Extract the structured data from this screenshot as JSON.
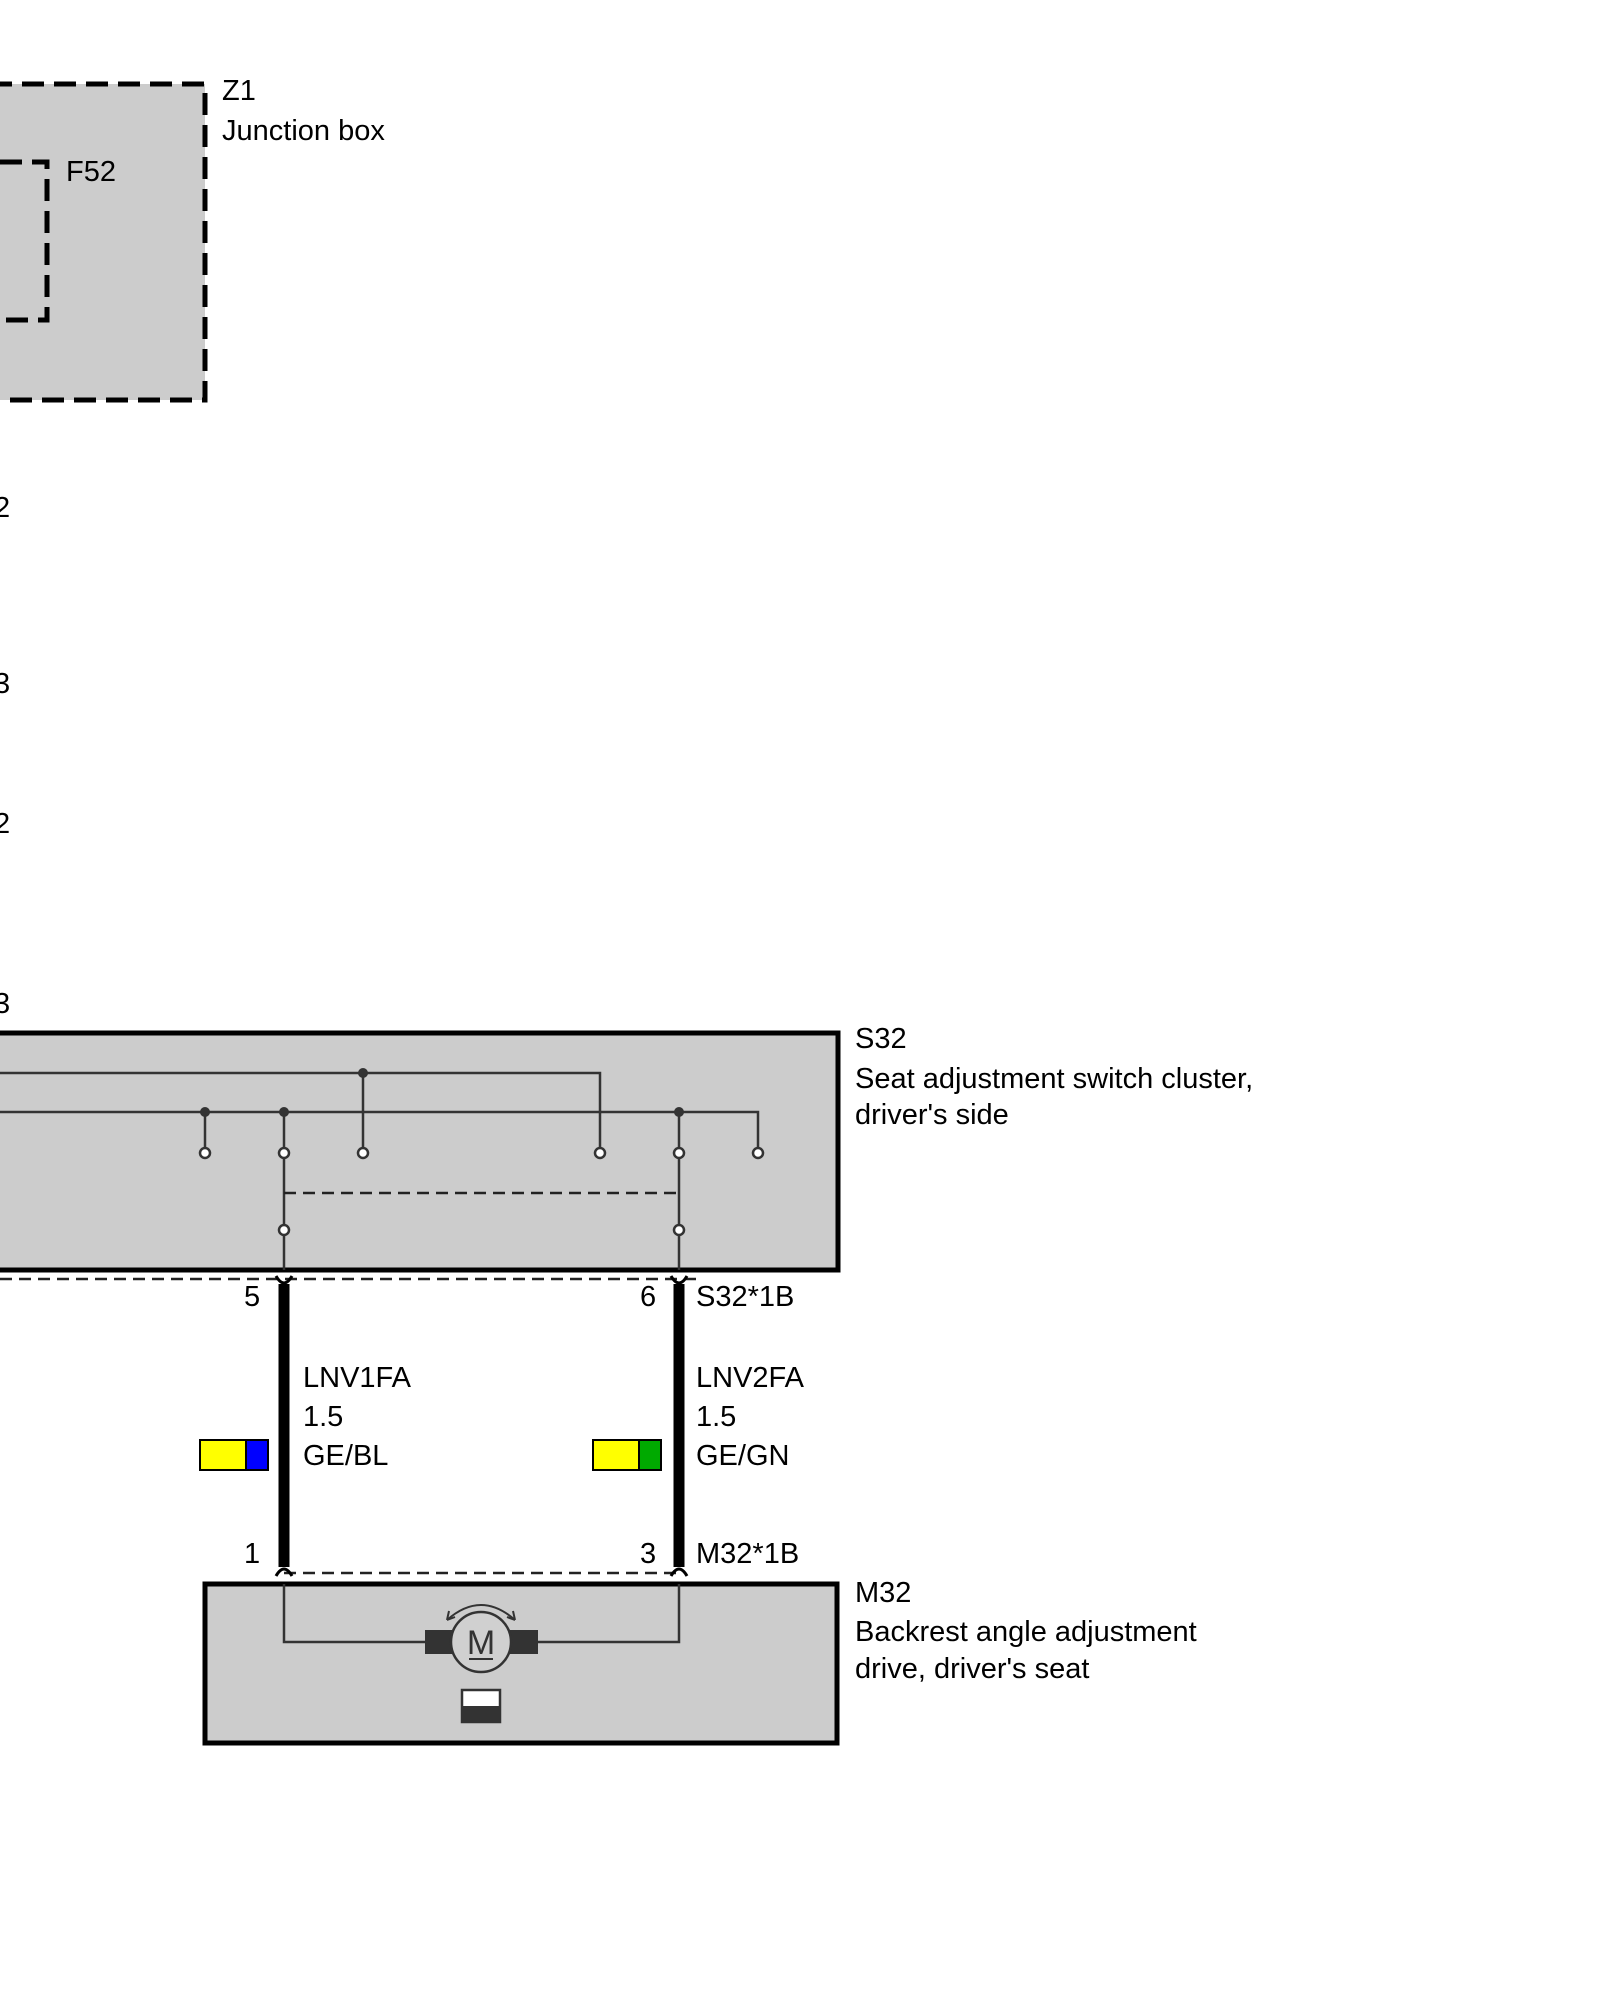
{
  "junction_box": {
    "id": "Z1",
    "name": "Junction box",
    "fuse": "F52"
  },
  "left_cut_labels": [
    "2",
    "3",
    "2",
    "3"
  ],
  "switch_cluster": {
    "id": "S32",
    "name_line1": "Seat adjustment switch cluster,",
    "name_line2": "driver's side",
    "connector": "S32*1B",
    "pin_left": "5",
    "pin_right": "6"
  },
  "wires": [
    {
      "code": "LNV1FA",
      "cross_section": "1.5",
      "color_code": "GE/BL",
      "color_primary": "#ffff00",
      "color_stripe": "#0000ff"
    },
    {
      "code": "LNV2FA",
      "cross_section": "1.5",
      "color_code": "GE/GN",
      "color_primary": "#ffff00",
      "color_stripe": "#00aa00"
    }
  ],
  "motor": {
    "id": "M32",
    "name_line1": "Backrest angle adjustment",
    "name_line2": "drive, driver's seat",
    "connector": "M32*1B",
    "pin_left": "1",
    "pin_right": "3",
    "symbol_letter": "M"
  }
}
